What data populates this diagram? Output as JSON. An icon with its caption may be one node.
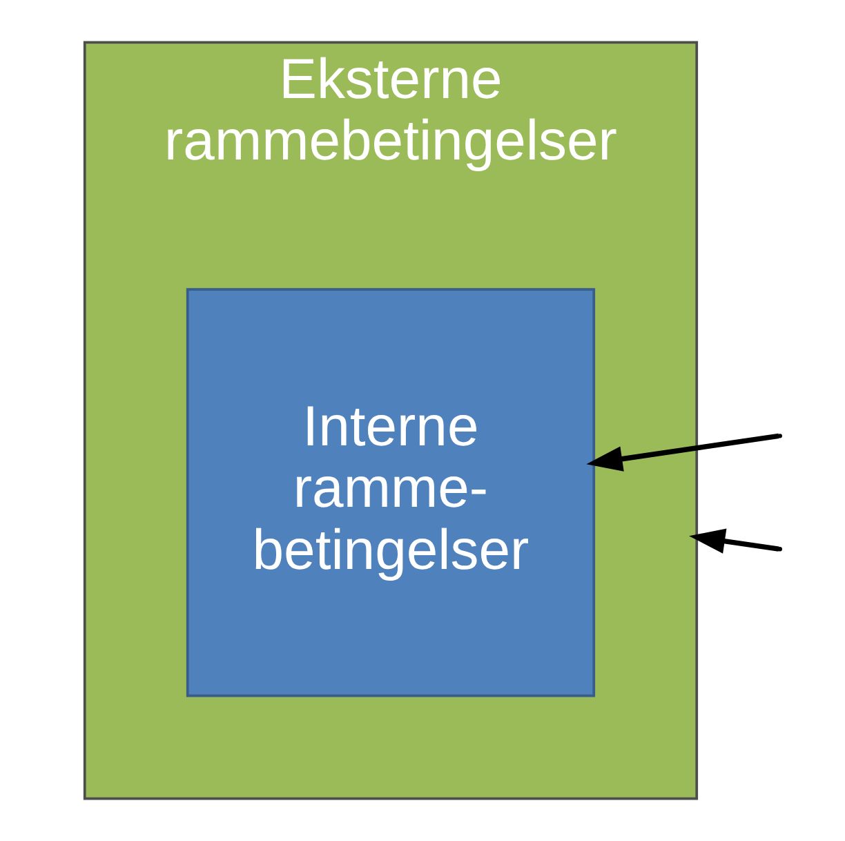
{
  "diagram": {
    "nodes": [
      {
        "text": [
          "Eksterne",
          "rammebetingelser"
        ]
      },
      {
        "text": [
          "Interne ramme- betingelser"
        ],
        "in": 0
      }
    ],
    "edges": [
      {
        "from": null,
        "to": 1,
        "arrow": "to"
      },
      {
        "from": null,
        "to": 0,
        "arrow": "to"
      }
    ]
  }
}
